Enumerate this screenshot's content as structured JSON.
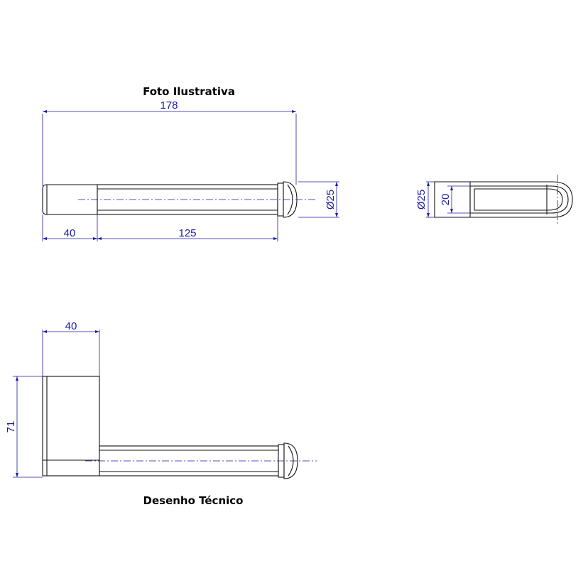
{
  "captions": {
    "top": "Foto Ilustrativa",
    "bottom": "Desenho Técnico"
  },
  "dimensions": {
    "top_overall_length": "178",
    "top_cap_length": "40",
    "top_rod_length": "125",
    "top_diameter": "Ø25",
    "side_diameter": "Ø25",
    "side_width": "20",
    "bottom_base_width": "40",
    "bottom_height": "71"
  },
  "colors": {
    "dimension": "#1a1aa8",
    "outline": "#111111"
  }
}
